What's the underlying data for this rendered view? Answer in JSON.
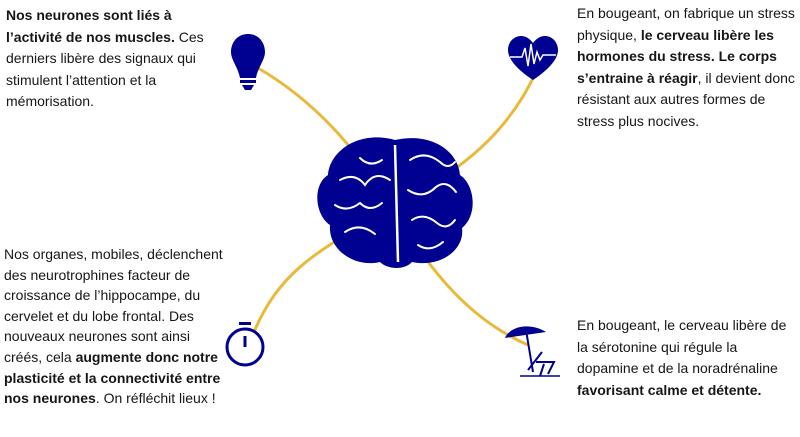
{
  "colors": {
    "navy": "#000091",
    "yellow": "#e8b93a"
  },
  "icons": [
    "lightbulb-icon",
    "heartbeat-icon",
    "brain-icon",
    "stopwatch-icon",
    "beach-umbrella-icon"
  ],
  "blocks": {
    "muscles": {
      "b1": "Nos neurones sont liés à l’activité de nos muscles.",
      "t1": " Ces derniers libère des signaux qui stimulent l’attention et la mémorisation."
    },
    "stress": {
      "t1": "En bougeant, on fabrique un stress physique, ",
      "b1": "le cerveau libère les hormones du stress. Le corps s’entraine à réagir",
      "t2": ", il devient donc résistant aux autres formes de stress plus nocives."
    },
    "neurotrophines": {
      "t1": "Nos organes, mobiles, déclenchent des neurotrophines facteur de croissance de l’hippocampe, du cervelet et du lobe frontal. Des nouveaux neurones sont ainsi créés, cela ",
      "b1": "augmente donc notre plasticité et la connectivité entre nos neurones",
      "t2": ". On réfléchit lieux !"
    },
    "calm": {
      "t1": "En bougeant, le cerveau libère de la sérotonine qui régule la dopamine et de la noradrénaline ",
      "b1": "favorisant calme et détente."
    }
  }
}
